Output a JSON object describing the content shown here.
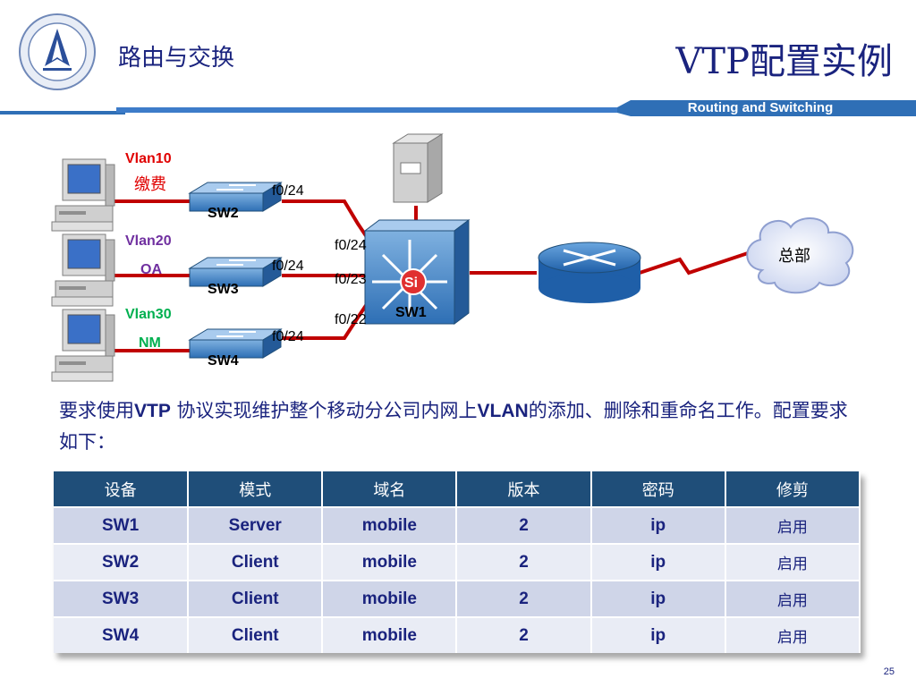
{
  "header": {
    "course_title": "路由与交换",
    "slide_title": "VTP配置实例",
    "subtitle": "Routing and Switching"
  },
  "colors": {
    "title_navy": "#1a237e",
    "bar_blue": "#2f6fb6",
    "table_header": "#1f4e79",
    "row_dark": "#cfd5e8",
    "row_light": "#e9ecf5",
    "link_red": "#c00000",
    "vlan10": "#e00000",
    "vlan20": "#7030a0",
    "vlan30": "#00b050"
  },
  "diagram": {
    "pcs": [
      {
        "vlan": "Vlan10",
        "name": "缴费"
      },
      {
        "vlan": "Vlan20",
        "name": "OA"
      },
      {
        "vlan": "Vlan30",
        "name": "NM"
      }
    ],
    "switches": [
      {
        "name": "SW2",
        "port": "f0/24"
      },
      {
        "name": "SW3",
        "port": "f0/24"
      },
      {
        "name": "SW4",
        "port": "f0/24"
      }
    ],
    "core": {
      "name": "SW1",
      "badge": "Si",
      "ports": [
        "f0/24",
        "f0/23",
        "f0/22"
      ]
    },
    "cloud_label": "总部"
  },
  "description": {
    "part1": "要求使用",
    "vtp": "VTP",
    "part2": " 协议实现维护整个移动分公司内网上",
    "vlan": "VLAN",
    "part3": "的添加、删除和重命名工作。配置要求如下："
  },
  "table": {
    "headers": [
      "设备",
      "模式",
      "域名",
      "版本",
      "密码",
      "修剪"
    ],
    "rows": [
      [
        "SW1",
        "Server",
        "mobile",
        "2",
        "ip",
        "启用"
      ],
      [
        "SW2",
        "Client",
        "mobile",
        "2",
        "ip",
        "启用"
      ],
      [
        "SW3",
        "Client",
        "mobile",
        "2",
        "ip",
        "启用"
      ],
      [
        "SW4",
        "Client",
        "mobile",
        "2",
        "ip",
        "启用"
      ]
    ]
  },
  "page_number": "25"
}
